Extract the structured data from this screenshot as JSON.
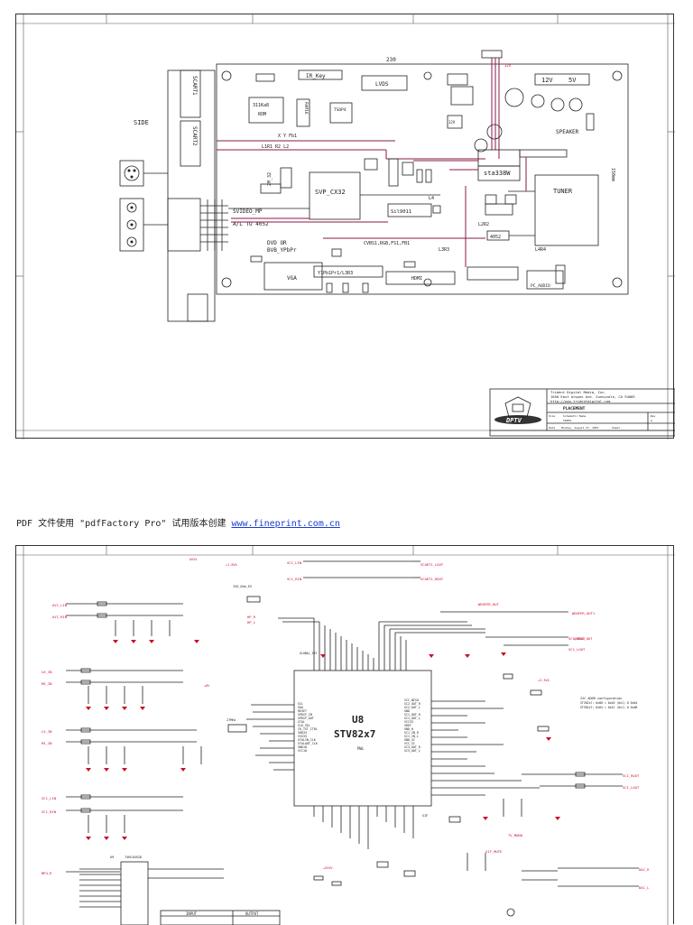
{
  "placement": {
    "board_number": "230",
    "side_label": "SIDE",
    "blocks": {
      "ir_key": "IR_Key",
      "lvds": "LVDS",
      "rom": "311Ka8\nROM",
      "ram": "RAM16",
      "tsop": "TSOP4",
      "v12": "12V",
      "v5": "5V",
      "speaker": "SPEAKER",
      "bus1": "X Y Fb1",
      "bus2": "L1R1 R2 L2",
      "svp": "SVP_CX32",
      "mem": "2M_32",
      "sil": "Sil9011",
      "sta": "sta338W",
      "tuner": "TUNER",
      "tuner_size": "150mm",
      "svideo": "SVIDEO_MP",
      "al_to": "A/L TO 4052",
      "dvd": "DVD OR\nBVB_YPbPr",
      "cvbs": "CVBS1,RGB,FS1,FB1",
      "l4r4": "L4R4",
      "l3r3": "L3R3",
      "l2r2": "L2R2",
      "l4": "L4",
      "ic4052": "4052",
      "scart1": "SCART1",
      "scart2": "SCART2",
      "vga": "VGA",
      "ypbpr": "Y1Pb1Pr1/L3R3",
      "hdmi": "HDMI",
      "pc_audio": "PC_AUDIO"
    },
    "title_block": {
      "company_lines": [
        "Trident Digital Media, Inc.",
        "1050 East Arques Ave.  Sunnyvale, CA 94085",
        "http://www.tridentdigital.com"
      ],
      "title": "PLACEMENT",
      "logo_text": "DPTV",
      "size_label": "Size",
      "doc_label": "Schematic Name",
      "doc_value": "TR204",
      "rev_label": "Rev",
      "rev_value": "A",
      "date_label": "Date",
      "date_value": "Monday, August 27, 2007",
      "sheet_label": "Sheet"
    }
  },
  "pdf_note": {
    "text": "PDF 文件使用 \"pdfFactory Pro\" 试用版本创建 ",
    "link": "www.fineprint.com.cn"
  },
  "audio_schematic": {
    "chip_ref": "U8",
    "chip_name": "STV82x7",
    "chip_sub": "PWL",
    "left_inputs": [
      "AV1_LIN",
      "AV1_RIN",
      "L6_IN",
      "R6_IN",
      "L5_IN",
      "R5_IN",
      "SC1_LIN",
      "SC1_RIN",
      "MP4_R"
    ],
    "top_labels": [
      "SC1_LIN",
      "SC1_RIN",
      "SCART1_LOUT",
      "SCART1_ROUT",
      "WOOFER_OUT",
      "WOOFER_OUT1",
      "AUDIO_OUT",
      "HP_R",
      "HP_L"
    ],
    "right_outputs": [
      "SCI_ROUT",
      "SCI_LOUT",
      "SC1_ROUT",
      "SC1_LOUT",
      "DAC_R",
      "DAC_L",
      "TV_MONO",
      "SIF_MUTE"
    ],
    "chip_left_pins": [
      "SCL",
      "SDA",
      "RESET",
      "SPDIF_IN",
      "SPDIF_OUT",
      "XTAL",
      "CLK_SEL",
      "CK_TST_CTRL",
      "VDD33",
      "VSS33",
      "XTALIN_CLK",
      "XTALOUT_CLK",
      "GND18",
      "VCC18"
    ],
    "chip_right_pins": [
      "VCC_NISO",
      "SC2_OUT_R",
      "SC2_OUT_L",
      "GND",
      "SC1_OUT_R",
      "SC1_OUT_L",
      "VCC33",
      "VREF",
      "GND_H",
      "SC1_IN_R",
      "SC1_IN_L",
      "GND_SC",
      "VCC_SC",
      "SC3_OUT_R",
      "SC3_OUT_L"
    ],
    "config_note": [
      "I2C ADDR configuration",
      "STV82x7: 0x80 = 0x40 (0x1) 0 0x04",
      "STV82x7: 0x84 = 0x42 (0x1) 0 0xAB"
    ],
    "sub_ic": "74HC4052D",
    "sub_ic_ref": "U9",
    "table_headers": [
      "INPUT",
      "OUTPUT"
    ],
    "supply_labels": [
      "AVSV",
      "+1.8VA",
      "+3.3VA",
      "+5VSV",
      "+8V"
    ],
    "crystal": "27MHz",
    "misc_labels": [
      "ISO_Ohm_ES",
      "SIF",
      "GLOBAL_INT"
    ]
  }
}
